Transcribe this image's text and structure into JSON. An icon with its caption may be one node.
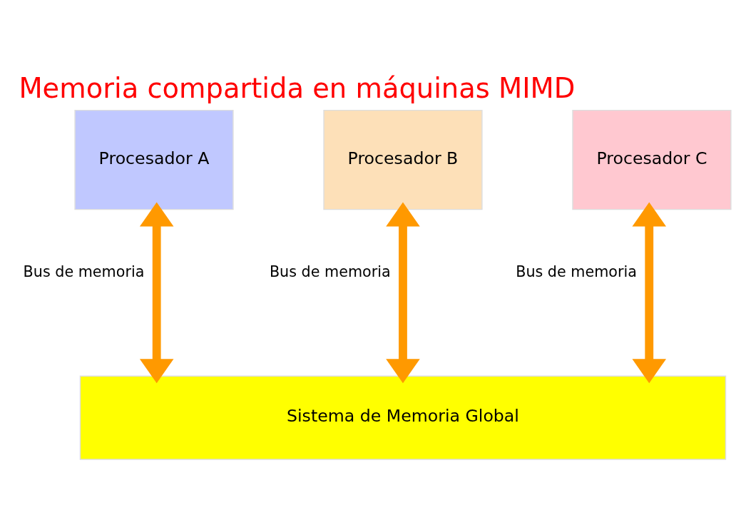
{
  "diagram": {
    "title": "Memoria compartida en máquinas MIMD",
    "nodes": [
      {
        "text": [
          "Procesador A"
        ]
      },
      {
        "text": [
          "Procesador B"
        ]
      },
      {
        "text": [
          "Procesador C"
        ]
      },
      {
        "text": [
          "Sistema de Memoria Global"
        ]
      }
    ],
    "edges": [
      {
        "from": 0,
        "to": 3,
        "arrow": "both",
        "label": "Bus de memoria",
        "color": "#ff9900"
      },
      {
        "from": 1,
        "to": 3,
        "arrow": "both",
        "label": "Bus de memoria",
        "color": "#ff9900"
      },
      {
        "from": 2,
        "to": 3,
        "arrow": "both",
        "label": "Bus de memoria",
        "color": "#ff9900"
      }
    ]
  }
}
